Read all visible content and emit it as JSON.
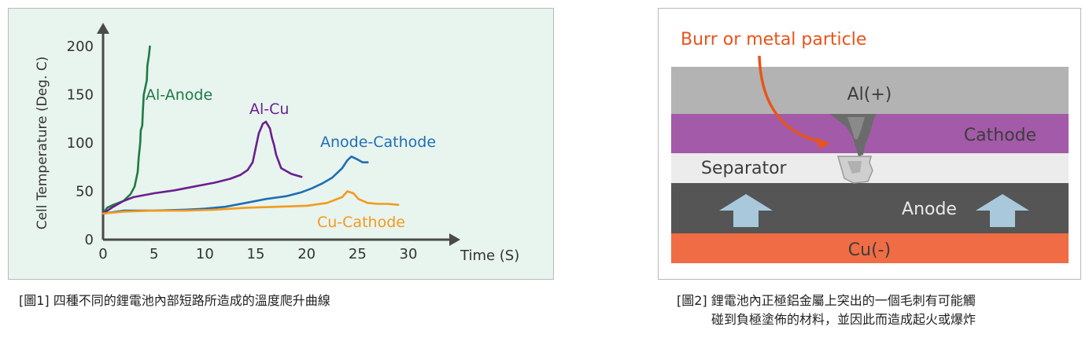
{
  "chart_data": {
    "type": "line",
    "xlabel": "Time (S)",
    "ylabel": "Cell Temperature (Deg. C)",
    "xlim": [
      0,
      30
    ],
    "ylim": [
      0,
      200
    ],
    "x_ticks": [
      "0",
      "5",
      "10",
      "15",
      "20",
      "25",
      "30"
    ],
    "y_ticks": [
      "0",
      "50",
      "100",
      "150",
      "200"
    ],
    "grid": false,
    "series": [
      {
        "name": "Al-Anode",
        "color": "#1f7a45",
        "points": [
          [
            0,
            27
          ],
          [
            0.4,
            33
          ],
          [
            1,
            36
          ],
          [
            2,
            40
          ],
          [
            2.7,
            47
          ],
          [
            3.1,
            55
          ],
          [
            3.4,
            70
          ],
          [
            3.5,
            85
          ],
          [
            3.65,
            100
          ],
          [
            3.7,
            113
          ],
          [
            3.85,
            118
          ],
          [
            3.9,
            130
          ],
          [
            4,
            150
          ],
          [
            4.3,
            165
          ],
          [
            4.35,
            180
          ],
          [
            4.5,
            190
          ],
          [
            4.6,
            200
          ]
        ]
      },
      {
        "name": "Al-Cu",
        "color": "#6a1f8f",
        "points": [
          [
            0,
            27
          ],
          [
            1,
            34
          ],
          [
            2,
            40
          ],
          [
            3,
            44
          ],
          [
            5,
            48
          ],
          [
            7,
            51
          ],
          [
            9,
            55
          ],
          [
            11,
            59
          ],
          [
            12.5,
            63
          ],
          [
            13.5,
            67
          ],
          [
            14.2,
            72
          ],
          [
            14.7,
            80
          ],
          [
            15,
            95
          ],
          [
            15.3,
            110
          ],
          [
            15.7,
            120
          ],
          [
            16,
            122
          ],
          [
            16.4,
            115
          ],
          [
            16.6,
            105
          ],
          [
            16.8,
            98
          ],
          [
            17,
            88
          ],
          [
            17.5,
            74
          ],
          [
            18.5,
            68
          ],
          [
            19.5,
            65
          ]
        ]
      },
      {
        "name": "Anode-Cathode",
        "color": "#1f6eb5",
        "points": [
          [
            0,
            27
          ],
          [
            2,
            30
          ],
          [
            5,
            30
          ],
          [
            8,
            31
          ],
          [
            10,
            32
          ],
          [
            12,
            34
          ],
          [
            14,
            38
          ],
          [
            16,
            42
          ],
          [
            18,
            45
          ],
          [
            19.5,
            49
          ],
          [
            20.5,
            53
          ],
          [
            21.5,
            58
          ],
          [
            22.5,
            64
          ],
          [
            23.5,
            74
          ],
          [
            24,
            82
          ],
          [
            24.4,
            86
          ],
          [
            25,
            83
          ],
          [
            25.5,
            80
          ],
          [
            26,
            80
          ]
        ]
      },
      {
        "name": "Cu-Cathode",
        "color": "#f39a1e",
        "points": [
          [
            0,
            27
          ],
          [
            2,
            29
          ],
          [
            5,
            30
          ],
          [
            8,
            30
          ],
          [
            11,
            31
          ],
          [
            14,
            33
          ],
          [
            17,
            34
          ],
          [
            20,
            35
          ],
          [
            22,
            38
          ],
          [
            23.5,
            44
          ],
          [
            24,
            50
          ],
          [
            24.6,
            48
          ],
          [
            25.1,
            42
          ],
          [
            26,
            38
          ],
          [
            27,
            37
          ],
          [
            28,
            37
          ],
          [
            29,
            36
          ]
        ]
      }
    ]
  },
  "diagram": {
    "callout": "Burr or metal particle",
    "layers": [
      {
        "label": "Al(+)",
        "color": "#b3b3b3",
        "text_color": "#3d3d3d"
      },
      {
        "label": "Cathode",
        "color": "#a35aa8",
        "text_color": "#3d3d3d"
      },
      {
        "label": "Separator",
        "color": "#ececec",
        "text_color": "#3d3d3d"
      },
      {
        "label": "Anode",
        "color": "#555555",
        "text_color": "#e9e9e9"
      },
      {
        "label": "Cu(-)",
        "color": "#f06c44",
        "text_color": "#3d3d3d"
      }
    ],
    "callout_color": "#e8541a",
    "arrow_color": "#a9c8dc"
  },
  "captions": {
    "figure1": "[圖1] 四種不同的鋰電池內部短路所造成的溫度爬升曲線",
    "figure2_line1": "[圖2] 鋰電池內正極鋁金屬上突出的一個毛刺有可能觸",
    "figure2_line2": "碰到負極塗佈的材料，並因此而造成起火或爆炸"
  }
}
